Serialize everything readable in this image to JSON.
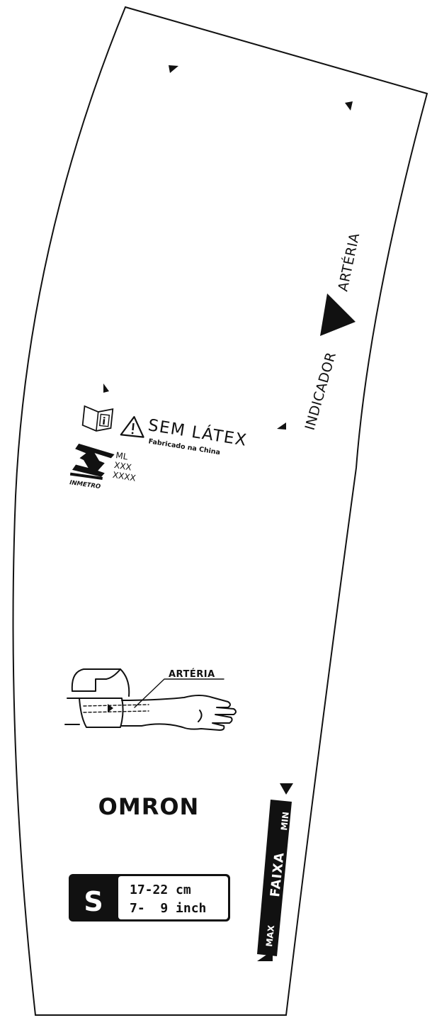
{
  "labels": {
    "no_latex": "SEM LÁTEX",
    "made_in": "Fabricado na China",
    "inmetro": "INMETRO",
    "inmetro_lines": [
      "ML",
      "XXX",
      "XXXX"
    ],
    "indicador": "INDICADOR",
    "arteria_side": "ARTÉRIA",
    "arteria_diagram": "ARTÉRIA",
    "brand": "OMRON",
    "size_letter": "S",
    "size_cm": "17-22 cm",
    "size_inch": "7-  9 inch",
    "range_max": "MAX",
    "range_label": "FAIXA",
    "range_min": "MIN"
  },
  "icons": [
    "instructions-book-icon",
    "warning-triangle-icon",
    "inmetro-mark-icon",
    "arm-cuff-diagram-icon",
    "artery-indicator-arrow-icon",
    "range-marker-icon"
  ],
  "colors": {
    "ink": "#111111",
    "paper": "#ffffff"
  }
}
